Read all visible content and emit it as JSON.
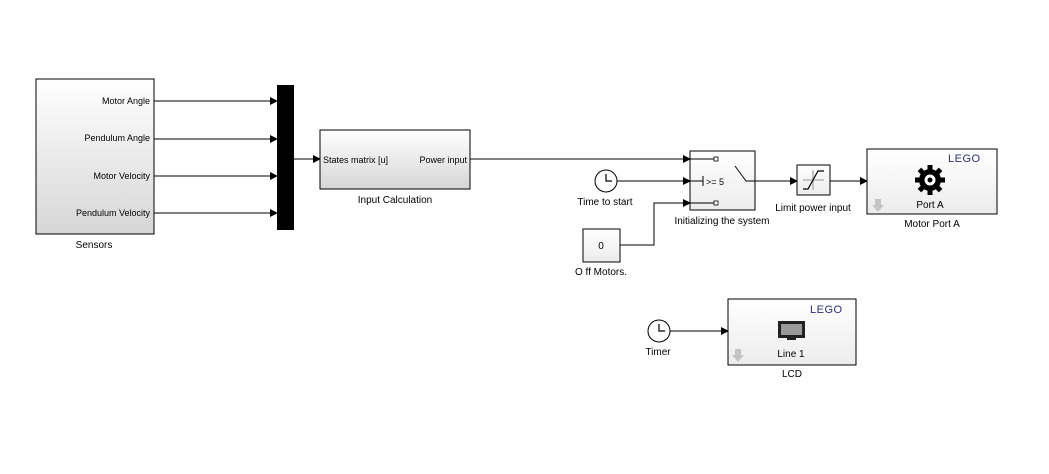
{
  "sensors": {
    "name": "Sensors",
    "ports": [
      "Motor Angle",
      "Pendulum Angle",
      "Motor Velocity",
      "Pendulum Velocity"
    ]
  },
  "input_calc": {
    "name": "Input Calculation",
    "in_port": "States matrix [u]",
    "out_port": "Power input"
  },
  "switch": {
    "name": "Initializing the system",
    "criteria": ">= 5"
  },
  "time_to_start": {
    "name": "Time to start"
  },
  "off_motors": {
    "name": "O ff Motors.",
    "value": "0"
  },
  "saturation": {
    "name": "Limit power input"
  },
  "motor_port": {
    "name": "Motor Port A",
    "brand": "LEGO",
    "port": "Port A"
  },
  "timer": {
    "name": "Timer"
  },
  "lcd": {
    "name": "LCD",
    "brand": "LEGO",
    "line": "Line 1"
  },
  "colors": {
    "block_gradient_top": "#ffffff",
    "block_gradient_bottom": "#d6d6d6",
    "lego_text": "#2d2f7a"
  }
}
